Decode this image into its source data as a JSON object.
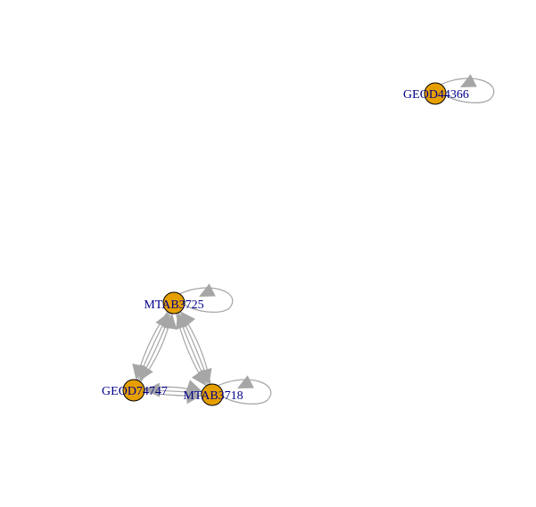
{
  "graph": {
    "nodes": [
      {
        "id": "GEOD44366",
        "label": "GEOD44366"
      },
      {
        "id": "MTAB3725",
        "label": "MTAB3725"
      },
      {
        "id": "GEOD74747",
        "label": "GEOD74747"
      },
      {
        "id": "MTAB3718",
        "label": "MTAB3718"
      }
    ],
    "edges": [
      {
        "from": "GEOD44366",
        "to": "GEOD44366",
        "type": "self-loop"
      },
      {
        "from": "MTAB3725",
        "to": "MTAB3725",
        "type": "self-loop"
      },
      {
        "from": "MTAB3718",
        "to": "MTAB3718",
        "type": "self-loop"
      },
      {
        "from": "MTAB3725",
        "to": "GEOD74747"
      },
      {
        "from": "GEOD74747",
        "to": "MTAB3725"
      },
      {
        "from": "MTAB3725",
        "to": "GEOD74747"
      },
      {
        "from": "GEOD74747",
        "to": "MTAB3725"
      },
      {
        "from": "MTAB3725",
        "to": "MTAB3718"
      },
      {
        "from": "MTAB3718",
        "to": "MTAB3725"
      },
      {
        "from": "MTAB3725",
        "to": "MTAB3718"
      },
      {
        "from": "MTAB3718",
        "to": "MTAB3725"
      },
      {
        "from": "GEOD74747",
        "to": "MTAB3718"
      },
      {
        "from": "MTAB3718",
        "to": "GEOD74747"
      },
      {
        "from": "GEOD74747",
        "to": "MTAB3718"
      }
    ],
    "colors": {
      "node_fill": "#e69f00",
      "node_border": "#000000",
      "edge": "#a6a6a6",
      "label": "#00008b"
    }
  }
}
